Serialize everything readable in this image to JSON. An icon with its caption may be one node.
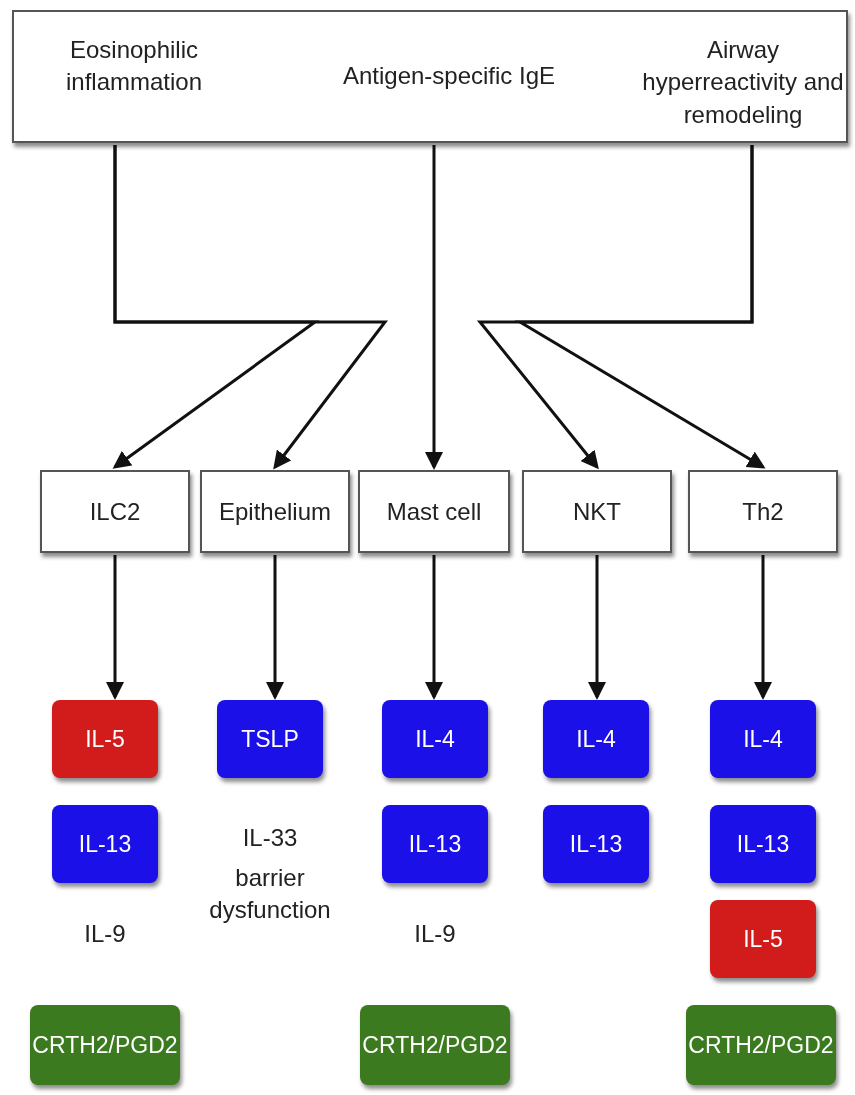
{
  "diagram": {
    "nodes": [
      {
        "text": [
          "Eosinophilic inflammation",
          "Antigen-specific IgE",
          "Airway hyperreactivity and remodeling"
        ]
      },
      {
        "text": [
          "ILC2"
        ]
      },
      {
        "text": [
          "Epithelium"
        ]
      },
      {
        "text": [
          "Mast cell"
        ]
      },
      {
        "text": [
          "NKT"
        ]
      },
      {
        "text": [
          "Th2"
        ]
      },
      {
        "text": [
          "IL-5"
        ]
      },
      {
        "text": [
          "IL-13"
        ]
      },
      {
        "text": [
          "CRTH2/PGD2"
        ]
      },
      {
        "text": [
          "TSLP"
        ]
      },
      {
        "text": [
          "IL-4"
        ]
      },
      {
        "text": [
          "IL-13"
        ]
      },
      {
        "text": [
          "CRTH2/PGD2"
        ]
      },
      {
        "text": [
          "IL-4"
        ]
      },
      {
        "text": [
          "IL-13"
        ]
      },
      {
        "text": [
          "IL-4"
        ]
      },
      {
        "text": [
          "IL-13"
        ]
      },
      {
        "text": [
          "IL-5"
        ]
      },
      {
        "text": [
          "CRTH2/PGD2"
        ]
      }
    ],
    "edges": [
      {
        "from": 0,
        "to": 1,
        "arrow": "to"
      },
      {
        "from": 0,
        "to": 2,
        "arrow": "to"
      },
      {
        "from": 0,
        "to": 3,
        "arrow": "to"
      },
      {
        "from": 0,
        "to": 4,
        "arrow": "to"
      },
      {
        "from": 0,
        "to": 5,
        "arrow": "to"
      },
      {
        "from": 1,
        "to": 6,
        "arrow": "to"
      },
      {
        "from": 2,
        "to": 9,
        "arrow": "to"
      },
      {
        "from": 3,
        "to": 10,
        "arrow": "to"
      },
      {
        "from": 4,
        "to": 13,
        "arrow": "to"
      },
      {
        "from": 5,
        "to": 15,
        "arrow": "to"
      }
    ],
    "labels": [
      "IL-9",
      "IL-33",
      "barrier dysfunction",
      "IL-9"
    ]
  }
}
